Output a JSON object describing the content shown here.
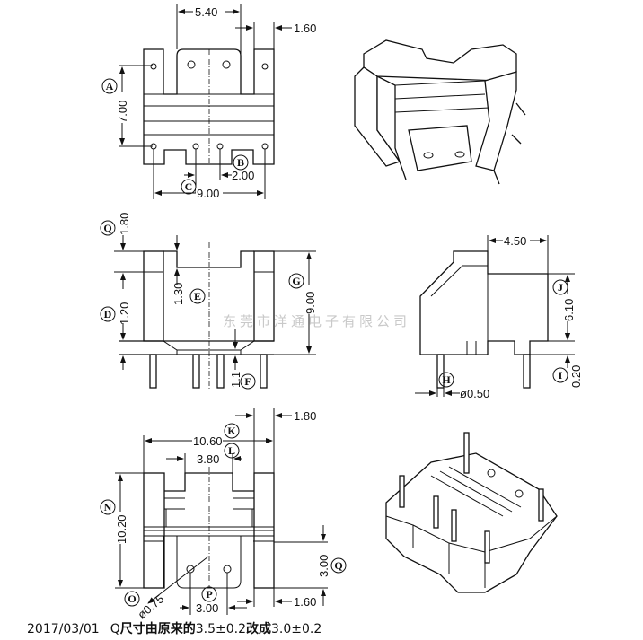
{
  "top_view": {
    "dim_width_inner": "5.40",
    "dim_post": "1.60",
    "dim_height": "7.00",
    "dim_pin_pitch": "2.00",
    "dim_pin_span": "9.00",
    "labels": {
      "a": "A",
      "b": "B",
      "c": "C"
    }
  },
  "front_view": {
    "dim_top": "1.80",
    "dim_notch": "1.30",
    "dim_base": "1.20",
    "dim_height": "9.00",
    "dim_pin_step": "1.1",
    "labels": {
      "q": "Q",
      "e": "E",
      "d": "D",
      "g": "G",
      "f": "F"
    }
  },
  "side_view": {
    "dim_depth": "4.50",
    "dim_height": "6.10",
    "dim_standoff": "0.20",
    "dim_pin_dia": "ø0.50",
    "labels": {
      "j": "J",
      "i": "I",
      "h": "H"
    }
  },
  "bottom_view": {
    "dim_post": "1.80",
    "dim_width": "10.60",
    "dim_slot": "3.80",
    "dim_length": "10.20",
    "dim_q": "3.00",
    "dim_hole_dia": "ø0.75",
    "dim_hole_pitch": "3.00",
    "dim_post_bottom": "1.60",
    "labels": {
      "k": "K",
      "l": "L",
      "n": "N",
      "q": "Q",
      "o": "O",
      "p": "P"
    }
  },
  "watermark": "东莞市洋通电子有限公司",
  "revision_note": {
    "date": "2017/03/01",
    "prefix": "Q",
    "text1": "尺寸由原来的",
    "old": "3.5±0.2",
    "text2": "改成",
    "new": "3.0±0.2"
  }
}
